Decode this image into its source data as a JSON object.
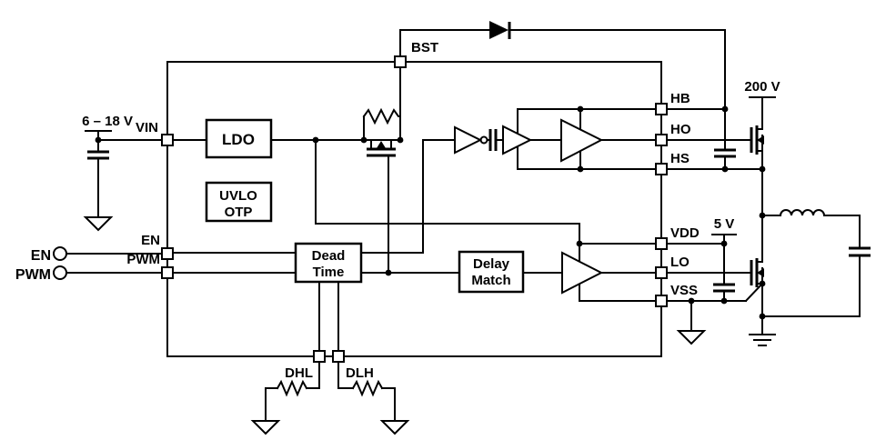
{
  "colors": {
    "line": "#000000",
    "background": "#ffffff"
  },
  "external": {
    "supply_range": "6 – 18 V",
    "hv_rail": "200 V",
    "lv_rail": "5 V",
    "en_input": "EN",
    "pwm_input": "PWM"
  },
  "pins": {
    "vin": "VIN",
    "bst": "BST",
    "en": "EN",
    "pwm": "PWM",
    "dhl": "DHL",
    "dlh": "DLH",
    "hb": "HB",
    "ho": "HO",
    "hs": "HS",
    "vdd": "VDD",
    "lo": "LO",
    "vss": "VSS"
  },
  "blocks": {
    "ldo": "LDO",
    "uvlo": [
      "UVLO",
      "OTP"
    ],
    "dead_time": [
      "Dead",
      "Time"
    ],
    "delay_match": [
      "Delay",
      "Match"
    ]
  }
}
